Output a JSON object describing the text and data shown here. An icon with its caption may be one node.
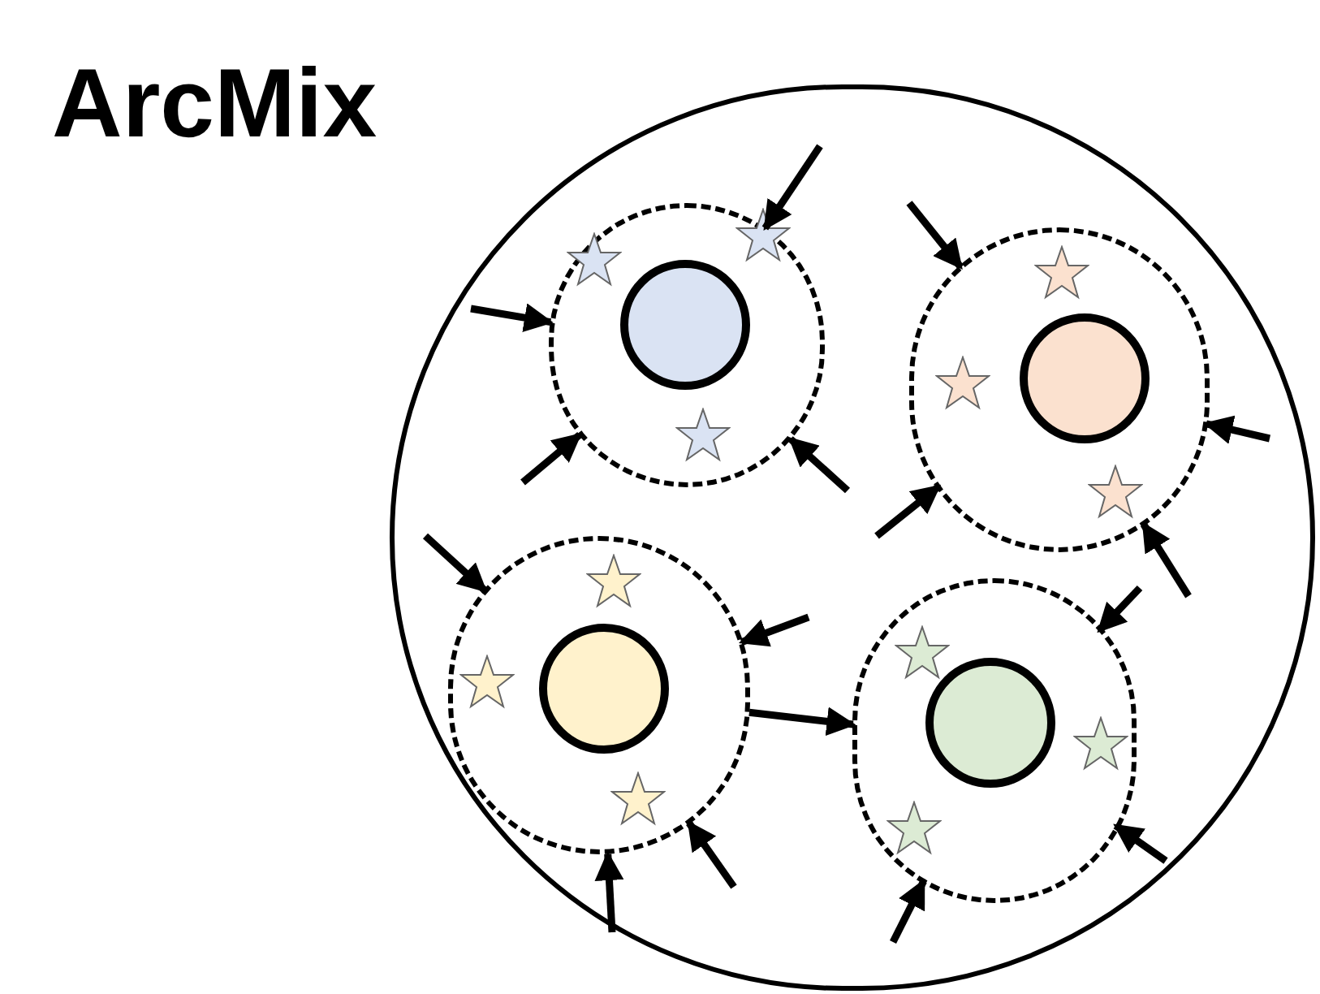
{
  "diagram": {
    "title": "ArcMix",
    "nodes": [
      {
        "text": [],
        "shape": "circle"
      },
      {
        "text": [],
        "shape": "circle",
        "in": 0
      },
      {
        "text": [],
        "shape": "circle",
        "in": 0
      },
      {
        "text": [],
        "shape": "circle",
        "in": 0
      },
      {
        "text": [],
        "shape": "circle",
        "in": 0
      },
      {
        "text": [],
        "shape": "circle",
        "in": 1
      },
      {
        "text": [],
        "shape": "circle",
        "in": 2
      },
      {
        "text": [],
        "shape": "circle",
        "in": 3
      },
      {
        "text": [],
        "shape": "circle",
        "in": 4
      }
    ],
    "edges": [
      {
        "from": null,
        "to": 1,
        "arrow": "to"
      },
      {
        "from": null,
        "to": 1,
        "arrow": "to"
      },
      {
        "from": null,
        "to": 1,
        "arrow": "to"
      },
      {
        "from": null,
        "to": 1,
        "arrow": "to"
      },
      {
        "from": null,
        "to": 2,
        "arrow": "to"
      },
      {
        "from": null,
        "to": 2,
        "arrow": "to"
      },
      {
        "from": null,
        "to": 2,
        "arrow": "to"
      },
      {
        "from": null,
        "to": 2,
        "arrow": "to"
      },
      {
        "from": null,
        "to": 3,
        "arrow": "to"
      },
      {
        "from": null,
        "to": 3,
        "arrow": "to"
      },
      {
        "from": null,
        "to": 3,
        "arrow": "to"
      },
      {
        "from": null,
        "to": 3,
        "arrow": "to"
      },
      {
        "from": null,
        "to": 4,
        "arrow": "to"
      },
      {
        "from": null,
        "to": 4,
        "arrow": "to"
      },
      {
        "from": null,
        "to": 4,
        "arrow": "to"
      },
      {
        "from": 3,
        "to": 4,
        "arrow": "to"
      }
    ]
  }
}
